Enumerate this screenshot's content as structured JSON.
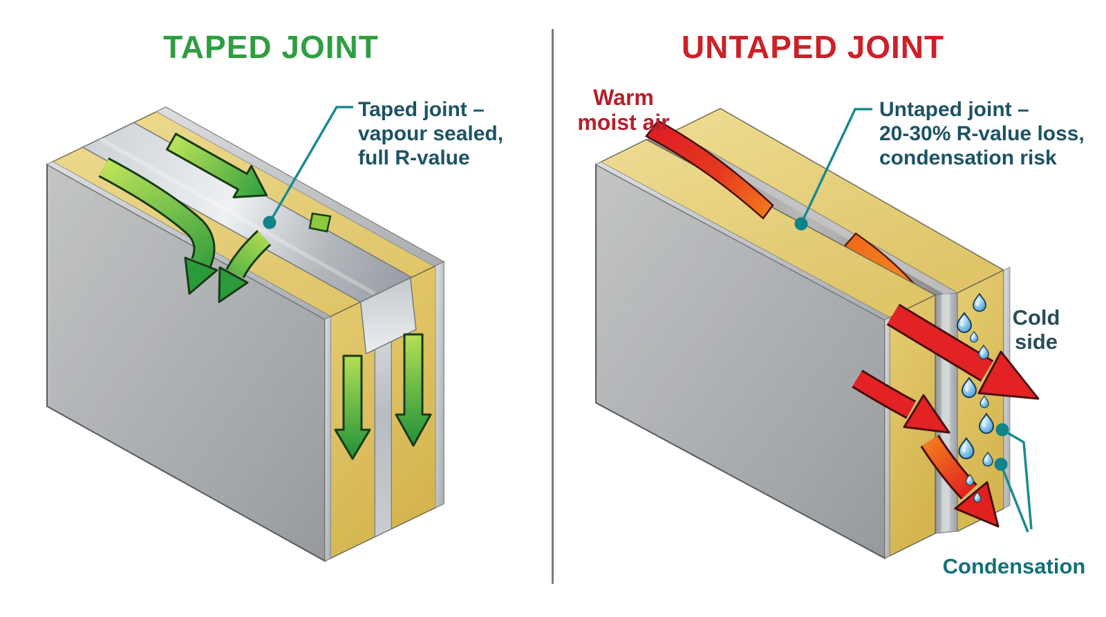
{
  "left": {
    "title": "TAPED JOINT",
    "callout": {
      "lines": [
        "Taped joint –",
        "vapour sealed,",
        "full R-value"
      ]
    }
  },
  "right": {
    "title": "UNTAPED JOINT",
    "warm_label": {
      "lines": [
        "Warm",
        "moist air"
      ]
    },
    "callout": {
      "lines": [
        "Untaped joint –",
        "20-30% R-value loss,",
        "condensation risk"
      ]
    },
    "cold_label": {
      "lines": [
        "Cold",
        "side"
      ]
    },
    "condensation_label": "Condensation"
  },
  "colors": {
    "title_green": "#2f9e41",
    "title_red": "#cd2027",
    "warm_red": "#b5202c",
    "annotation_teal": "#1c5365",
    "cold_teal": "#2a4d59",
    "condensation_teal": "#147079",
    "callout_teal": "#12838a",
    "panel_yellow": "#e2c873",
    "foil_silver": "#cdd1d5",
    "tape_silver": "#b9bdc2",
    "arrow_green": "#2f9e3d",
    "arrow_red": "#e32223",
    "arrow_orange": "#f58220",
    "droplet_blue": "#57a8dd"
  }
}
